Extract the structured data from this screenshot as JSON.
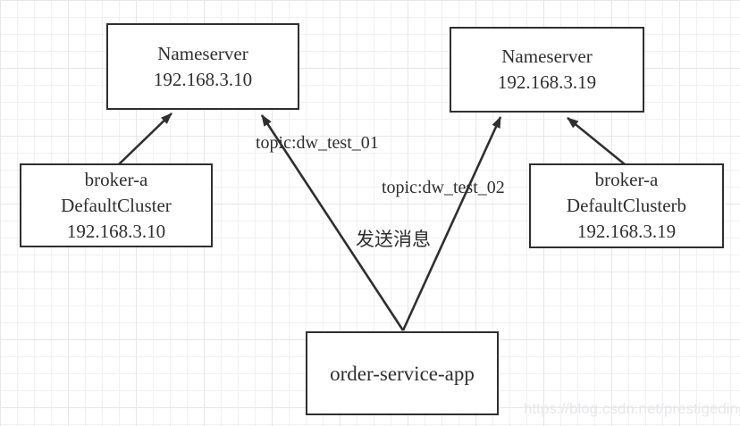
{
  "diagram": {
    "nodes": {
      "nameserver_left": {
        "lines": [
          "Nameserver",
          "192.168.3.10"
        ]
      },
      "nameserver_right": {
        "lines": [
          "Nameserver",
          "192.168.3.19"
        ]
      },
      "broker_left": {
        "lines": [
          "broker-a",
          "DefaultCluster",
          "192.168.3.10"
        ]
      },
      "broker_right": {
        "lines": [
          "broker-a",
          "DefaultClusterb",
          "192.168.3.19"
        ]
      },
      "order_service_app": {
        "lines": [
          "order-service-app"
        ]
      }
    },
    "edges": [
      {
        "from": "broker_left",
        "to": "nameserver_left",
        "label": ""
      },
      {
        "from": "order_service_app",
        "to": "nameserver_left",
        "label": "topic:dw_test_01"
      },
      {
        "from": "order_service_app",
        "to": "nameserver_right",
        "label": "topic:dw_test_02"
      },
      {
        "from": "broker_right",
        "to": "nameserver_right",
        "label": ""
      }
    ],
    "annotations": {
      "send_message": "发送消息"
    },
    "colors": {
      "stroke": "#2f2f2f",
      "box_fill": "#ffffff",
      "grid_minor": "#f1f1f4",
      "grid_major": "#e7e7eb",
      "watermark": "#e8e8eb"
    }
  },
  "watermark": {
    "text": "https://blog.csdn.net/prestigeding"
  }
}
